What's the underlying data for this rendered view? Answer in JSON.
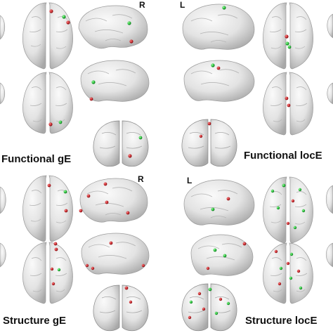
{
  "labels": {
    "top_R": "R",
    "top_L": "L",
    "bottom_R": "R",
    "bottom_L": "L",
    "functional_ge": "Functional gE",
    "functional_loce": "Functional locE",
    "structure_ge": "Structure gE",
    "structure_loce": "Structure locE"
  },
  "colors": {
    "node_red": "#c0262b",
    "node_green": "#27b83a",
    "brain_light": "#f2f2f2",
    "brain_dark": "#9a9a9a",
    "background": "#ffffff"
  }
}
